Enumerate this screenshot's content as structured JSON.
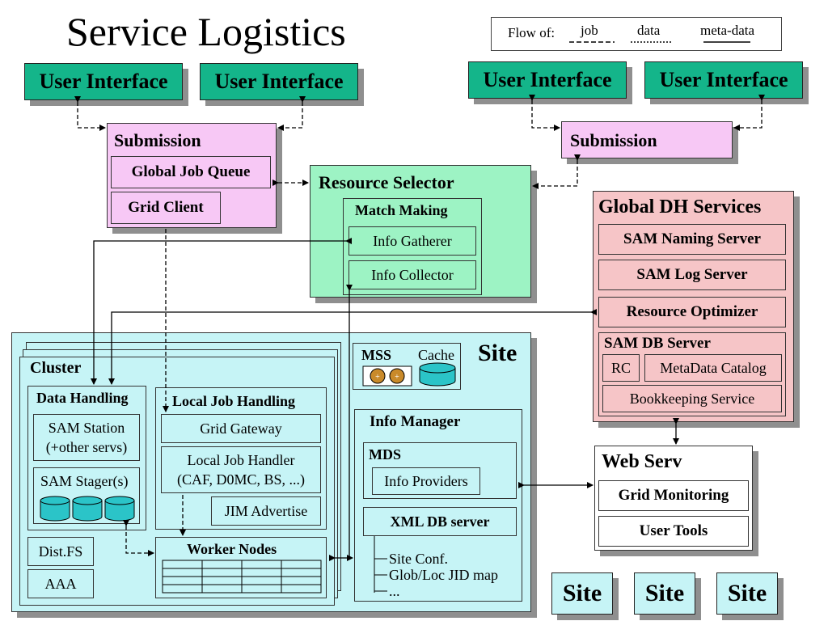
{
  "title": "Service Logistics",
  "legend": {
    "prefix": "Flow of:",
    "job": "job",
    "data": "data",
    "meta": "meta-data"
  },
  "ui_label": "User Interface",
  "submission": {
    "title": "Submission",
    "queue": "Global Job Queue",
    "client": "Grid Client"
  },
  "resource_selector": {
    "title": "Resource Selector",
    "match": "Match Making",
    "gatherer": "Info Gatherer",
    "collector": "Info Collector"
  },
  "global_dh": {
    "title": "Global DH Services",
    "naming": "SAM Naming Server",
    "log": "SAM Log Server",
    "optimizer": "Resource Optimizer",
    "db": "SAM DB Server",
    "rc": "RC",
    "meta": "MetaData Catalog",
    "bookkeeping": "Bookkeeping Service"
  },
  "site": {
    "title": "Site",
    "mss": "MSS",
    "cache": "Cache",
    "cluster": "Cluster",
    "data_handling": "Data Handling",
    "sam_station_1": "SAM Station",
    "sam_station_2": "(+other servs)",
    "sam_stager": "SAM Stager(s)",
    "dist_fs": "Dist.FS",
    "aaa": "AAA",
    "local_job": "Local Job Handling",
    "grid_gateway": "Grid Gateway",
    "ljh_1": "Local Job Handler",
    "ljh_2": "(CAF, D0MC, BS, ...)",
    "jim": "JIM Advertise",
    "worker": "Worker Nodes",
    "info_manager": "Info Manager",
    "mds": "MDS",
    "providers": "Info Providers",
    "xml": "XML DB server",
    "list": [
      "Site Conf.",
      "Glob/Loc JID map",
      "..."
    ]
  },
  "web": {
    "title": "Web Serv",
    "monitoring": "Grid Monitoring",
    "tools": "User Tools"
  },
  "other_sites": [
    "Site",
    "Site",
    "Site"
  ]
}
